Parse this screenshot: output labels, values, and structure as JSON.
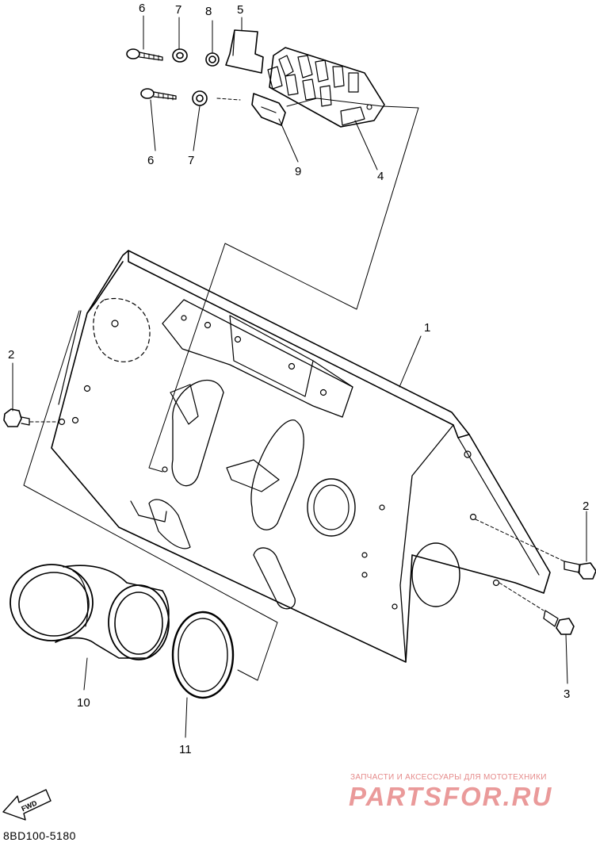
{
  "diagram": {
    "code": "8BD100-5180",
    "watermark_sub": "ЗАПЧАСТИ И АКСЕССУАРЫ ДЛЯ МОТОТЕХНИКИ",
    "watermark_main": "PARTSFOR.RU",
    "fwd_label": "FWD",
    "callouts": [
      {
        "id": "1",
        "part": "panel"
      },
      {
        "id": "2",
        "part": "bolt-left"
      },
      {
        "id": "2",
        "part": "bolt-right"
      },
      {
        "id": "3",
        "part": "bolt-lower-right"
      },
      {
        "id": "4",
        "part": "wire-harness-holder"
      },
      {
        "id": "5",
        "part": "bracket"
      },
      {
        "id": "6",
        "part": "screw-top"
      },
      {
        "id": "6",
        "part": "screw-mid"
      },
      {
        "id": "7",
        "part": "washer-top"
      },
      {
        "id": "7",
        "part": "washer-mid"
      },
      {
        "id": "8",
        "part": "collar"
      },
      {
        "id": "9",
        "part": "clamp"
      },
      {
        "id": "10",
        "part": "intake-joint"
      },
      {
        "id": "11",
        "part": "gasket"
      }
    ]
  }
}
